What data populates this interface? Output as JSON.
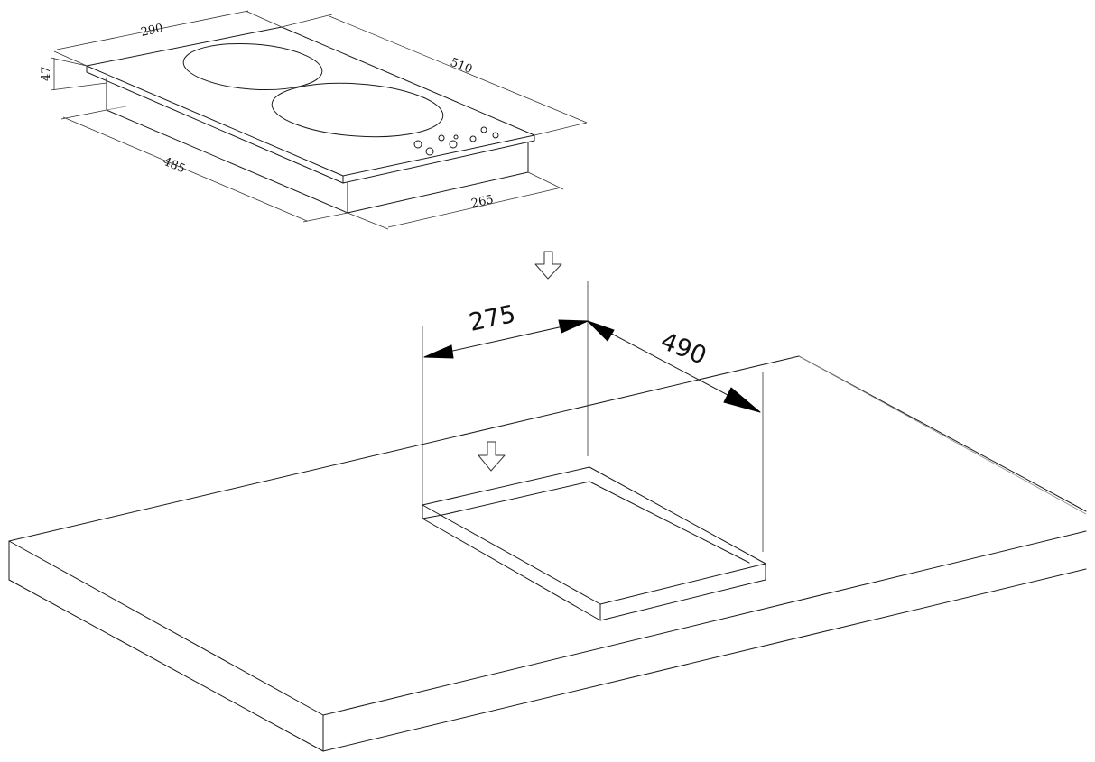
{
  "hob": {
    "dimensions": {
      "width": "290",
      "depth": "510",
      "height": "47",
      "body_depth": "485",
      "body_width": "265"
    },
    "burners": 2,
    "control_knobs": 8
  },
  "cutout": {
    "dimensions": {
      "width": "275",
      "depth": "490"
    }
  },
  "icons": {
    "arrow_1": "hollow-down-arrow-icon",
    "arrow_2": "hollow-down-arrow-icon"
  },
  "colors": {
    "line": "#1a1a1a",
    "arrow": "#000000",
    "background": "#ffffff"
  }
}
